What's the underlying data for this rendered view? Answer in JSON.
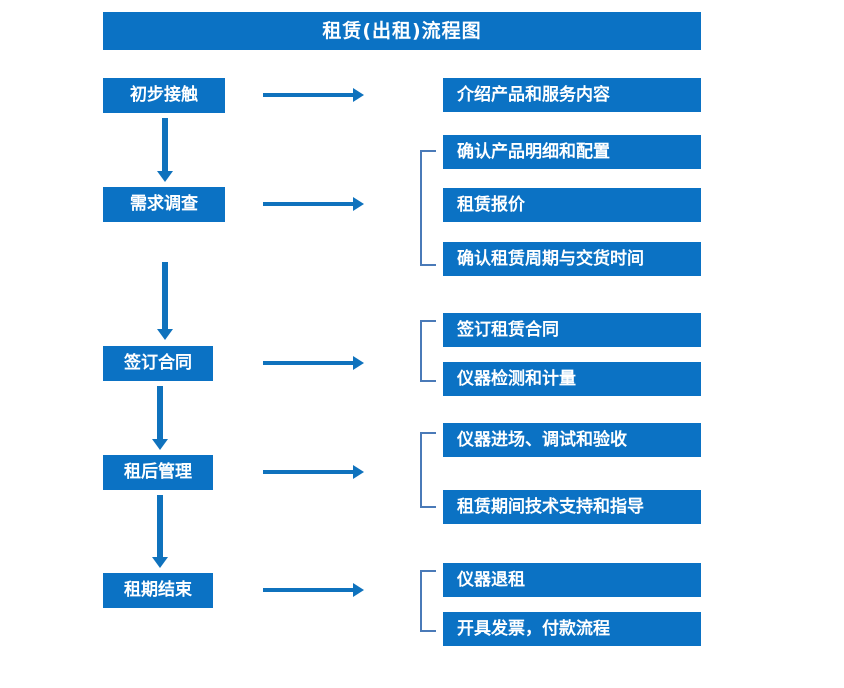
{
  "chart": {
    "title": "租赁(出租)流程图",
    "accent_color": "#0b72c4",
    "bracket_color": "#4a7ab8",
    "arrow_color": "#0f72bd",
    "text_color": "#ffffff",
    "background_color": "#ffffff"
  },
  "stages": [
    {
      "label": "初步接触"
    },
    {
      "label": "需求调查"
    },
    {
      "label": "签订合同"
    },
    {
      "label": "租后管理"
    },
    {
      "label": "租期结束"
    }
  ],
  "details": [
    {
      "label": "介绍产品和服务内容"
    },
    {
      "label": "确认产品明细和配置"
    },
    {
      "label": "租赁报价"
    },
    {
      "label": "确认租赁周期与交货时间"
    },
    {
      "label": "签订租赁合同"
    },
    {
      "label": "仪器检测和计量"
    },
    {
      "label": "仪器进场、调试和验收"
    },
    {
      "label": "租赁期间技术支持和指导"
    },
    {
      "label": "仪器退租"
    },
    {
      "label": "开具发票，付款流程"
    }
  ],
  "groups": [
    {
      "stage": "需求调查",
      "details": [
        "确认产品明细和配置",
        "租赁报价",
        "确认租赁周期与交货时间"
      ]
    },
    {
      "stage": "签订合同",
      "details": [
        "签订租赁合同",
        "仪器检测和计量"
      ]
    },
    {
      "stage": "租后管理",
      "details": [
        "仪器进场、调试和验收",
        "租赁期间技术支持和指导"
      ]
    },
    {
      "stage": "租期结束",
      "details": [
        "仪器退租",
        "开具发票，付款流程"
      ]
    }
  ],
  "connectors": {
    "stage_to_stage": [
      "初步接触→需求调查",
      "需求调查→签订合同",
      "签订合同→租后管理",
      "租后管理→租期结束"
    ],
    "stage_to_details": [
      "初步接触→介绍产品和服务内容",
      "需求调查→需求组",
      "签订合同→合同组",
      "租后管理→租后组",
      "租期结束→退租组"
    ]
  }
}
